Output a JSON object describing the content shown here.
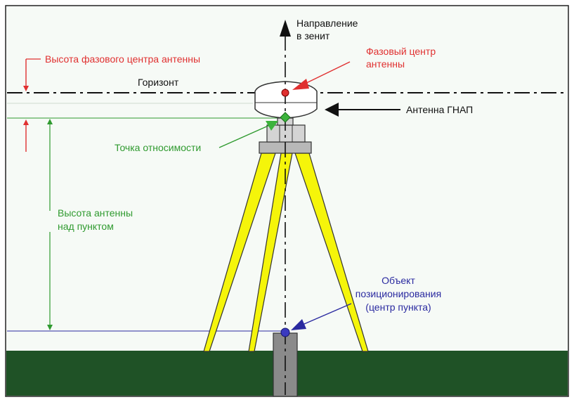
{
  "labels": {
    "zenith_line1": "Направление",
    "zenith_line2": "в зенит",
    "phase_height": "Высота фазового центра антенны",
    "phase_center_line1": "Фазовый центр",
    "phase_center_line2": "антенны",
    "horizon": "Горизонт",
    "antenna": "Антенна ГНАП",
    "mount_point": "Точка относимости",
    "antenna_height_line1": "Высота антенны",
    "antenna_height_line2": "над пунктом",
    "object_line1": "Объект",
    "object_line2": "позиционирования",
    "object_line3": "(центр пункта)"
  },
  "colors": {
    "sky": "#f6faf6",
    "ground": "#1f5226",
    "tripod": "#f5f50a",
    "red": "#e03030",
    "green": "#2f9a2f",
    "blue": "#2a2aa0",
    "black": "#111111",
    "post": "#8a8a8a"
  }
}
